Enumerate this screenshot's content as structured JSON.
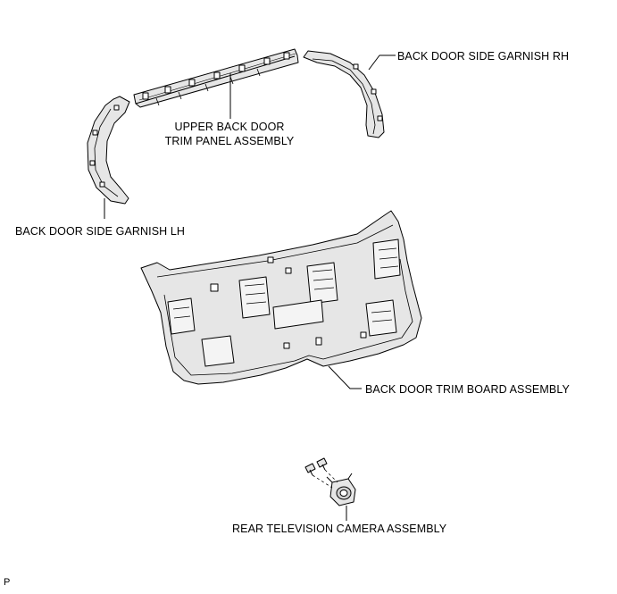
{
  "labels": {
    "side_garnish_rh": "BACK DOOR SIDE GARNISH RH",
    "upper_trim_line1": "UPPER BACK DOOR",
    "upper_trim_line2": "TRIM PANEL ASSEMBLY",
    "side_garnish_lh": "BACK DOOR SIDE GARNISH LH",
    "trim_board": "BACK DOOR TRIM BOARD ASSEMBLY",
    "camera": "REAR TELEVISION CAMERA ASSEMBLY",
    "corner_code": "P"
  }
}
